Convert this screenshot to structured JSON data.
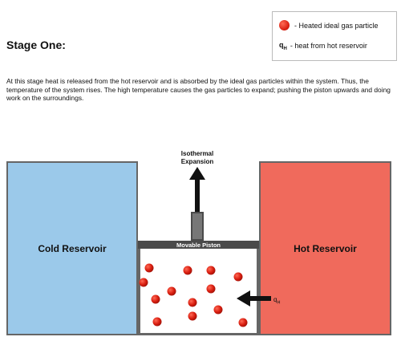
{
  "legend": {
    "particle_label": "- Heated ideal gas particle",
    "heat_symbol": "q",
    "heat_subscript": "H",
    "heat_label": "- heat from hot reservoir"
  },
  "stage_title": "Stage One:",
  "description": "At this stage heat is released from the hot reservoir and is absorbed by the ideal gas particles within the system. Thus, the temperature of the system rises. The high temperature causes the gas particles to expand; pushing the piston upwards and doing work on the surroundings.",
  "diagram": {
    "cold_reservoir": "Cold Reservoir",
    "hot_reservoir": "Hot Reservoir",
    "piston_label": "Movable Piston",
    "expansion_line1": "Isothermal",
    "expansion_line2": "Expansion",
    "heat_symbol": "q",
    "heat_subscript": "H",
    "colors": {
      "cold": "#9bc9ea",
      "hot": "#f06a5c",
      "particle": "#d91e10",
      "wall": "#666666"
    }
  }
}
